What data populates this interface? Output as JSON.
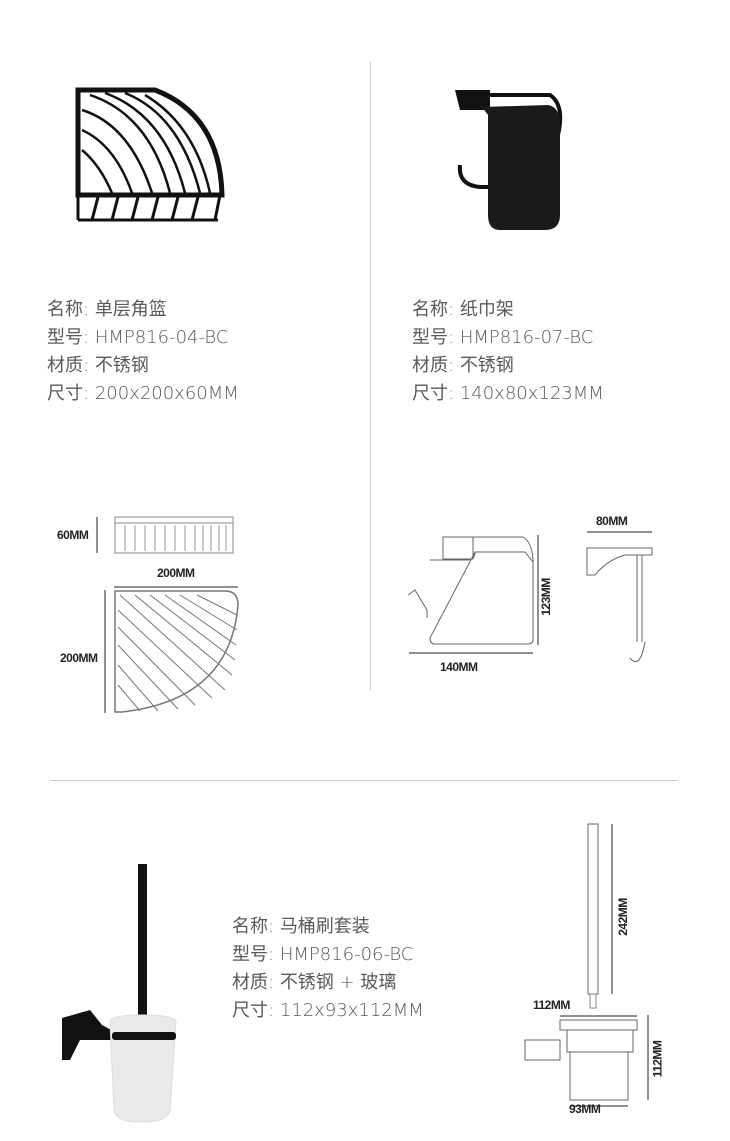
{
  "products": [
    {
      "name_label": "名称:",
      "name": "单层角篮",
      "model_label": "型号:",
      "model": "HMP816-04-BC",
      "material_label": "材质:",
      "material": "不锈钢",
      "size_label": "尺寸:",
      "size": "200x200x60MM",
      "dims": {
        "height": "60MM",
        "width": "200MM",
        "depth": "200MM"
      }
    },
    {
      "name_label": "名称:",
      "name": "纸巾架",
      "model_label": "型号:",
      "model": "HMP816-07-BC",
      "material_label": "材质:",
      "material": "不锈钢",
      "size_label": "尺寸:",
      "size": "140x80x123MM",
      "dims": {
        "width": "140MM",
        "height": "123MM",
        "depth": "80MM"
      }
    },
    {
      "name_label": "名称:",
      "name": "马桶刷套装",
      "model_label": "型号:",
      "model": "HMP816-06-BC",
      "material_label": "材质:",
      "material": "不锈钢 + 玻璃",
      "size_label": "尺寸:",
      "size": "112x93x112MM",
      "dims": {
        "handle": "242MM",
        "top": "112MM",
        "height": "112MM",
        "bottom": "93MM"
      }
    }
  ]
}
